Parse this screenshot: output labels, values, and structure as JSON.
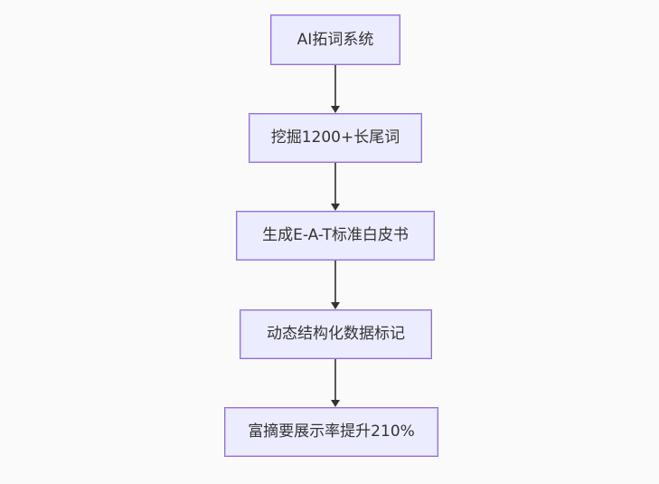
{
  "diagram": {
    "type": "flowchart",
    "direction": "top-down",
    "nodes": [
      {
        "label": "AI拓词系统"
      },
      {
        "label": "挖掘1200+长尾词"
      },
      {
        "label": "生成E-A-T标准白皮书"
      },
      {
        "label": "动态结构化数据标记"
      },
      {
        "label": "富摘要展示率提升210%"
      }
    ],
    "edges": [
      {
        "from": 0,
        "to": 1
      },
      {
        "from": 1,
        "to": 2
      },
      {
        "from": 2,
        "to": 3
      },
      {
        "from": 3,
        "to": 4
      }
    ],
    "colors": {
      "background": "#fafafa",
      "node_fill": "#ececff",
      "node_border": "#9370db",
      "node_text": "#333333",
      "edge_line": "#595959",
      "arrowhead": "#333333"
    }
  }
}
